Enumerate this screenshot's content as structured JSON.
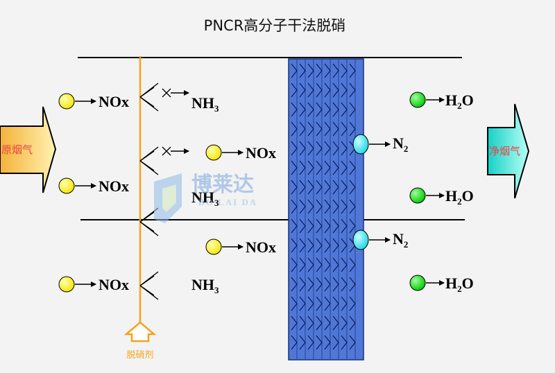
{
  "title": "PNCR高分子干法脱硝",
  "labels": {
    "inlet": "原烟气",
    "outlet": "净烟气",
    "agent": "脱硝剂",
    "watermark_cn": "博莱达",
    "watermark_en": "BO LAI DA"
  },
  "species": {
    "nox": "NOx",
    "nh3_base": "NH",
    "nh3_sub": "3",
    "n2_base": "N",
    "n2_sub": "2",
    "h2o_h": "H",
    "h2o_sub": "2",
    "h2o_o": "O"
  },
  "colors": {
    "background": "#f3f3f3",
    "nox_particle": "#ffff00",
    "n2_particle": "#33e6f0",
    "h2o_particle": "#00e000",
    "catalyst_block": "#4f78d6",
    "agent_pipe": "#f5a21b",
    "inlet_arrow": "#f7c65a",
    "outlet_arrow": "#3ee6d4"
  }
}
